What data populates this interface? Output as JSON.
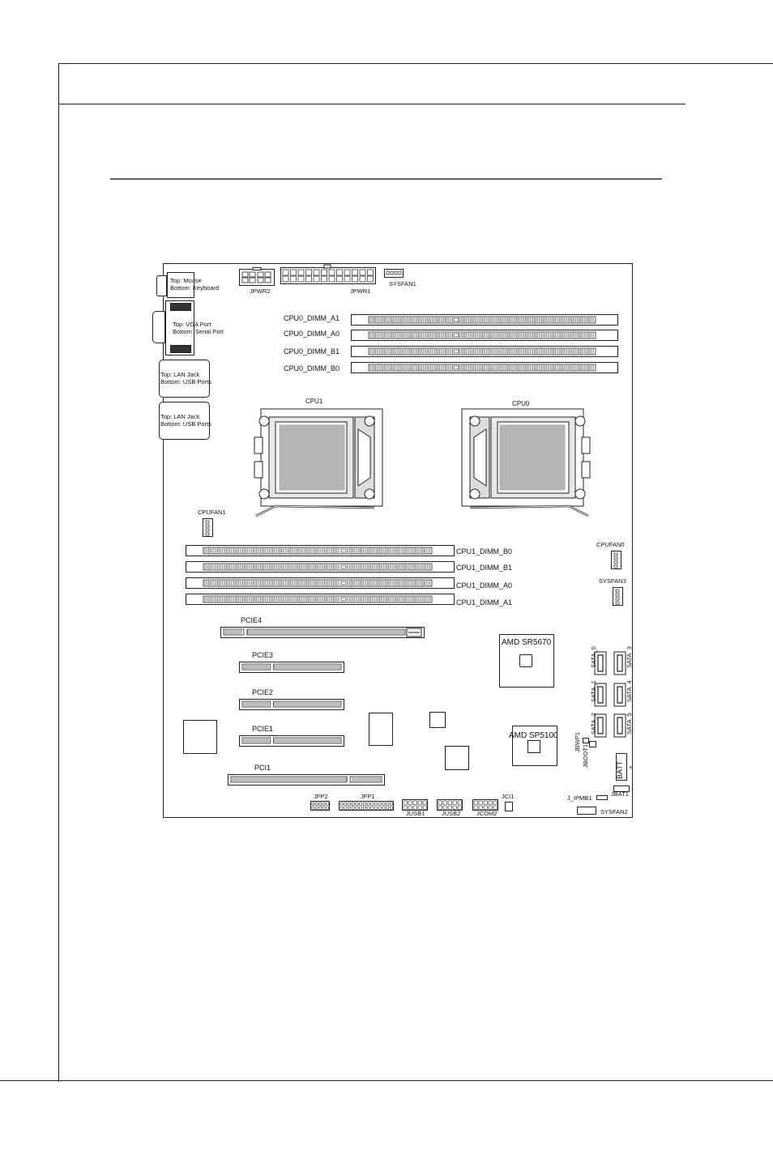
{
  "rear_io": [
    {
      "top": "Top: Mouse",
      "bottom": "Bottom: Keyboard"
    },
    {
      "top": "Top: VGA Port",
      "bottom": "Bottom: Serial Port"
    },
    {
      "top": "Top: LAN Jack",
      "bottom": "Bottom: USB Ports"
    },
    {
      "top": "Top: LAN Jack",
      "bottom": "Bottom: USB Ports"
    }
  ],
  "power": {
    "jpwr2": "JPWR2",
    "jpwr1": "JPWR1",
    "sysfan1": "SYSFAN1"
  },
  "cpu0_dimms": [
    "CPU0_DIMM_A1",
    "CPU0_DIMM_A0",
    "CPU0_DIMM_B1",
    "CPU0_DIMM_B0"
  ],
  "cpus": {
    "cpu1": "CPU1",
    "cpu0": "CPU0"
  },
  "fans": {
    "cpufan1": "CPUFAN1",
    "cpufan0": "CPUFAN0",
    "sysfan3": "SYSFAN3",
    "sysfan2": "SYSFAN2"
  },
  "cpu1_dimms": [
    "CPU1_DIMM_B0",
    "CPU1_DIMM_B1",
    "CPU1_DIMM_A0",
    "CPU1_DIMM_A1"
  ],
  "slots": {
    "pcie4": "PCIE4",
    "pcie3": "PCIE3",
    "pcie2": "PCIE2",
    "pcie1": "PCIE1",
    "pci1": "PCI1"
  },
  "chips": {
    "sr5670": "AMD SR5670",
    "sp5100": "AMD SP5100"
  },
  "sata": [
    "SATA_0",
    "SATA_1",
    "SATA_2",
    "SATA_3",
    "SATA_4",
    "SATA_5"
  ],
  "jumpers": {
    "jbwp1": "JBWP1",
    "jboot1": "JBOOT1",
    "batt": "BATT",
    "batt_plus": "+",
    "jbat1": "JBAT1",
    "j_ipmb1": "J_IPMB1"
  },
  "headers": {
    "jfp2": "JFP2",
    "jfp1": "JFP1",
    "jusb1": "JUSB1",
    "jusb2": "JUSB2",
    "jcom2": "JCOM2",
    "jci1": "JCI1"
  }
}
